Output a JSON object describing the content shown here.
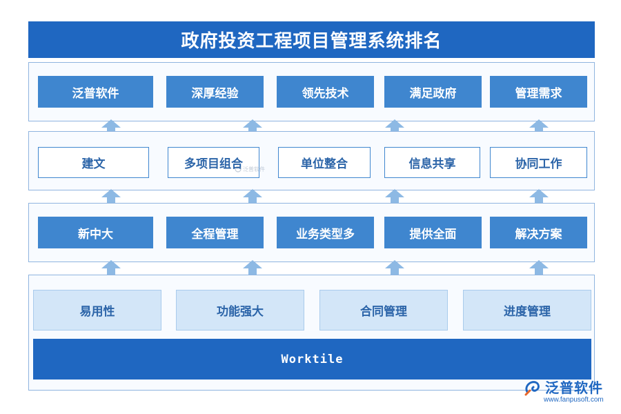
{
  "title": "政府投资工程项目管理系统排名",
  "row1": [
    "泛普软件",
    "深厚经验",
    "领先技术",
    "满足政府",
    "管理需求"
  ],
  "row2": [
    "建文",
    "多项目组合",
    "单位整合",
    "信息共享",
    "协同工作"
  ],
  "row3": [
    "新中大",
    "全程管理",
    "业务类型多",
    "提供全面",
    "解决方案"
  ],
  "row4": [
    "易用性",
    "功能强大",
    "合同管理",
    "进度管理"
  ],
  "base": "Worktile",
  "watermark": "泛普软件",
  "brand": {
    "name": "泛普软件",
    "url": "www.fanpusoft.com"
  },
  "colors": {
    "primary": "#1f67c1",
    "box": "#3f86cf",
    "light": "#d3e6f8",
    "arrow": "#8db9e4"
  }
}
